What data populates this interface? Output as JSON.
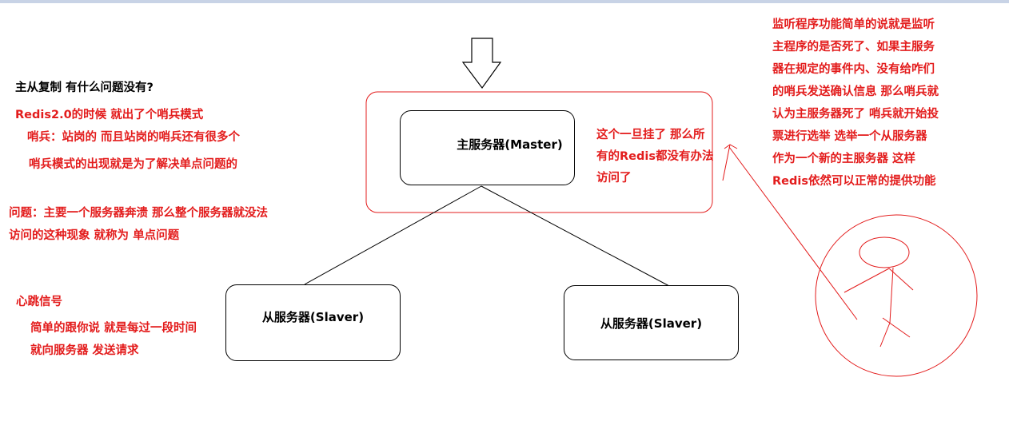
{
  "colors": {
    "annotation": "#e31c1c",
    "line": "#000000",
    "highlight": "#e31c1c"
  },
  "nodes": {
    "master": "主服务器(Master)",
    "slave_left": "从服务器(Slaver)",
    "slave_right": "从服务器(Slaver)"
  },
  "notes": {
    "question": "主从复制 有什么问题没有?",
    "sentinel_intro": "Redis2.0的时候 就出了个哨兵模式",
    "sentinel_def": "哨兵：站岗的  而且站岗的哨兵还有很多个",
    "sentinel_purpose": "哨兵模式的出现就是为了解决单点问题的",
    "problem_line1": "问题：主要一个服务器奔溃 那么整个服务器就没法",
    "problem_line2": "访问的这种现象 就称为 单点问题",
    "heartbeat_title": "心跳信号",
    "heartbeat_line1": "简单的跟你说  就是每过一段时间",
    "heartbeat_line2": "就向服务器 发送请求",
    "master_down_line1": "这个一旦挂了 那么所",
    "master_down_line2": "有的Redis都没有办法",
    "master_down_line3": "访问了",
    "monitor_line1": "监听程序功能简单的说就是监听",
    "monitor_line2": "主程序的是否死了、如果主服务",
    "monitor_line3": "器在规定的事件内、没有给咋们",
    "monitor_line4": "的哨兵发送确认信息  那么哨兵就",
    "monitor_line5": "认为主服务器死了 哨兵就开始投",
    "monitor_line6": "票进行选举  选举一个从服务器",
    "monitor_line7": "作为一个新的主服务器  这样",
    "monitor_line8": "Redis依然可以正常的提供功能"
  }
}
